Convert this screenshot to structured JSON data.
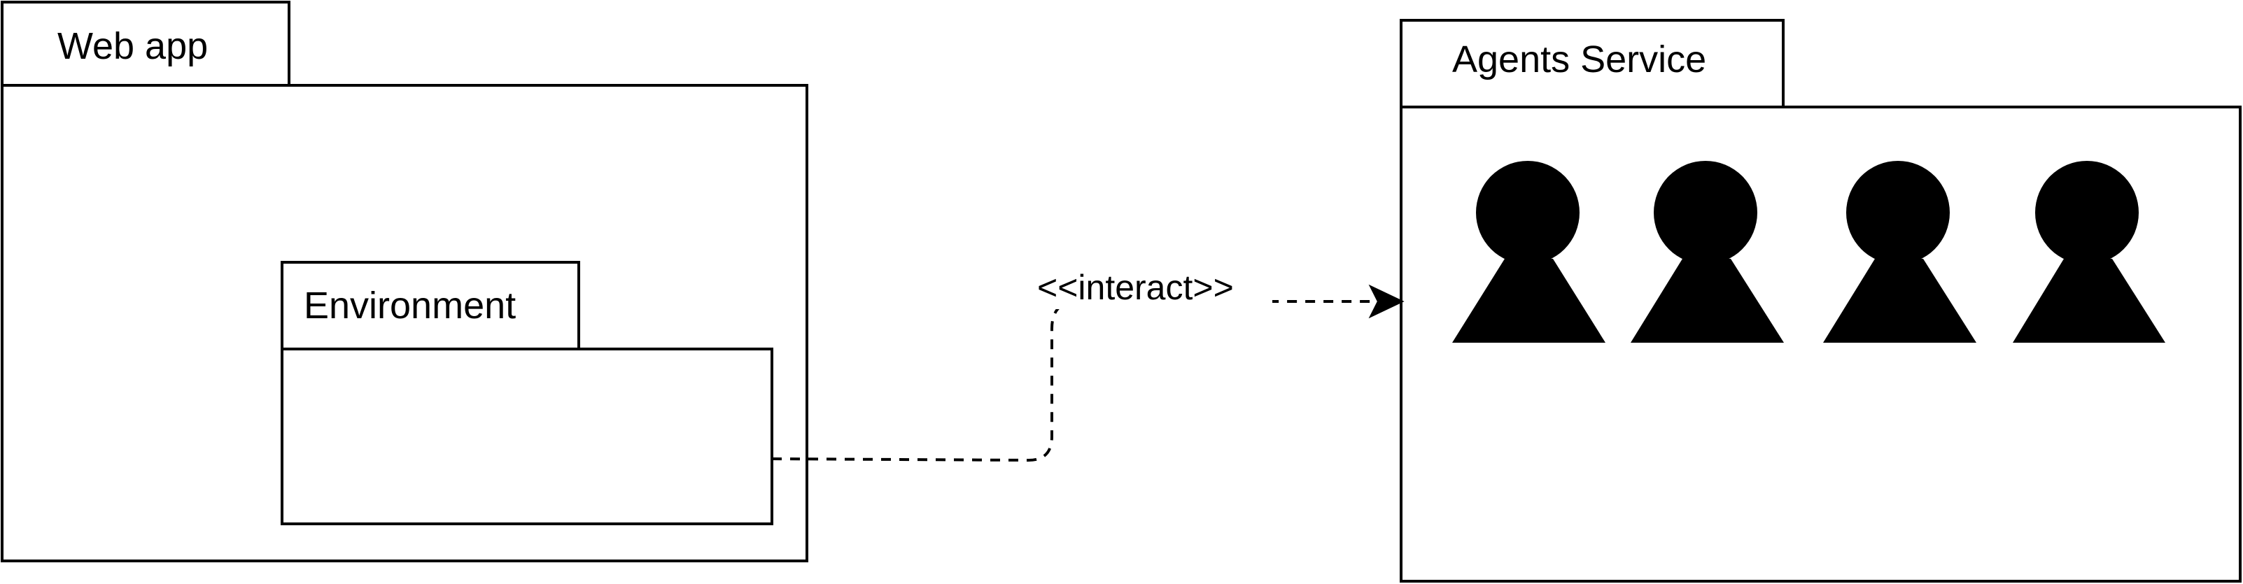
{
  "packages": {
    "web_app": {
      "title": "Web app"
    },
    "environment": {
      "title": "Environment"
    },
    "agents_service": {
      "title": "Agents Service"
    }
  },
  "connector": {
    "label": "<<interact>>",
    "style": "dashed",
    "arrowhead": "open-triangle"
  },
  "agents": {
    "count": 4,
    "icon": "actor-figure-icon"
  },
  "colors": {
    "stroke": "#000000",
    "fill": "#ffffff",
    "figure": "#000000"
  }
}
